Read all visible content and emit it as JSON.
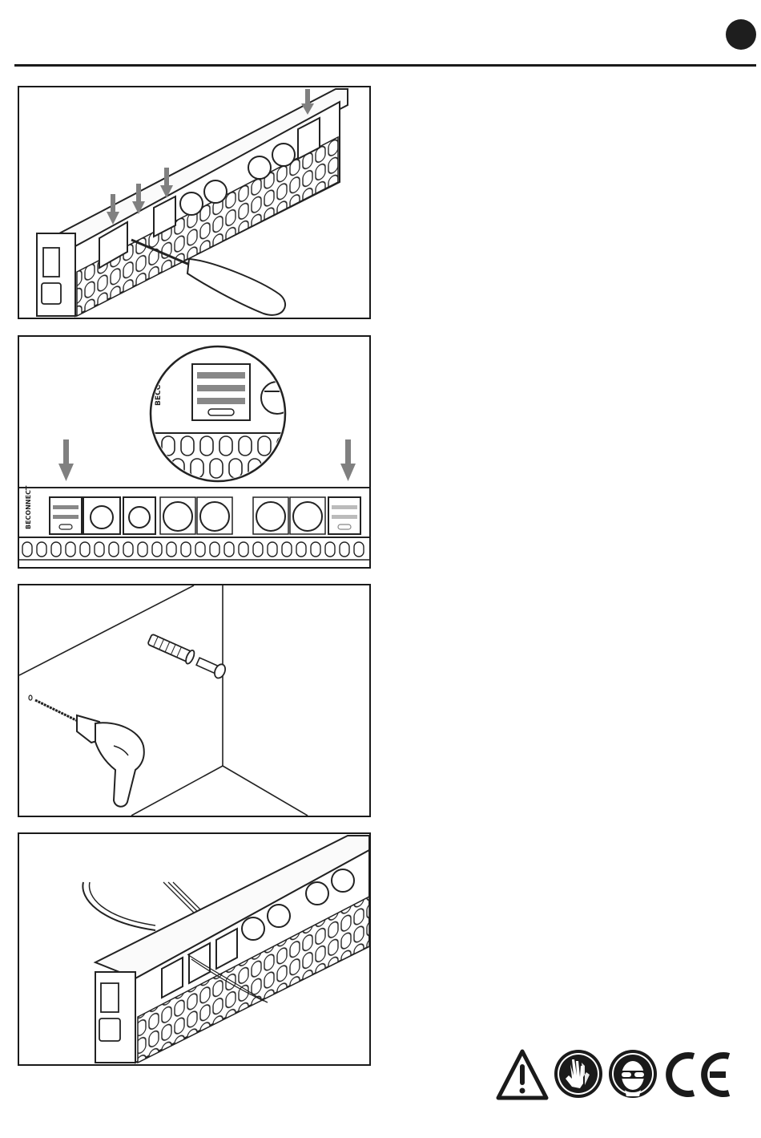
{
  "header": {
    "page_marker_color": "#1e1e1e",
    "rule_color": "#1a1a1a"
  },
  "steps": [
    {
      "id": "step-1",
      "illustration": "screwdriver-removing-blank-modules",
      "arrow_count": 4
    },
    {
      "id": "step-2",
      "illustration": "module-frames-detail-zoom",
      "arrow_count": 2,
      "brand_label": "BECONNECT"
    },
    {
      "id": "step-3",
      "illustration": "drill-wall-plug-screw"
    },
    {
      "id": "step-4",
      "illustration": "cable-insertion-power-strip"
    }
  ],
  "safety_symbols": [
    {
      "name": "warning-icon"
    },
    {
      "name": "protective-gloves-icon"
    },
    {
      "name": "safety-goggles-icon"
    },
    {
      "name": "ce-mark-icon"
    }
  ]
}
